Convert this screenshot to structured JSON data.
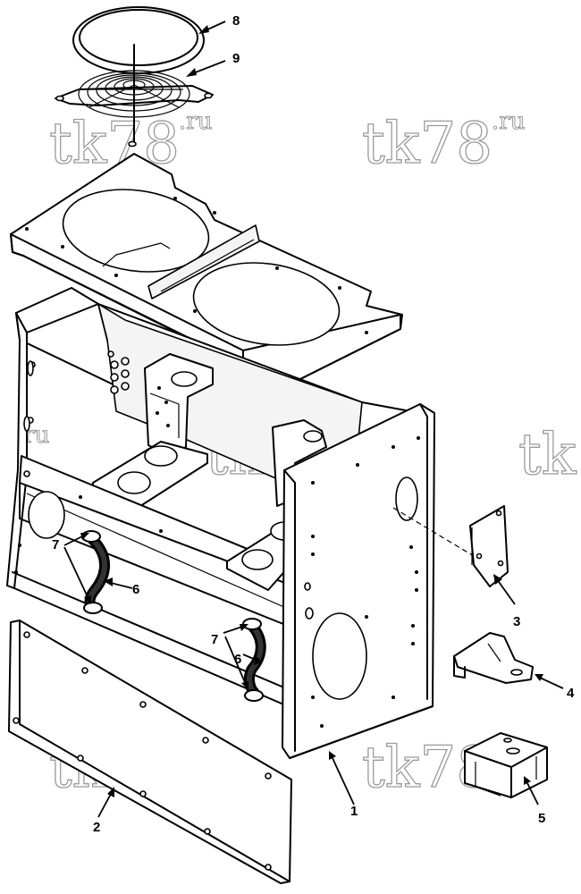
{
  "diagram": {
    "callouts": [
      {
        "id": "c1",
        "label": "1"
      },
      {
        "id": "c2",
        "label": "2"
      },
      {
        "id": "c3",
        "label": "3"
      },
      {
        "id": "c4",
        "label": "4"
      },
      {
        "id": "c5",
        "label": "5"
      },
      {
        "id": "c6a",
        "label": "6"
      },
      {
        "id": "c6b",
        "label": "6"
      },
      {
        "id": "c7a",
        "label": "7"
      },
      {
        "id": "c7b",
        "label": "7"
      },
      {
        "id": "c8",
        "label": "8"
      },
      {
        "id": "c9",
        "label": "9"
      }
    ],
    "watermark": {
      "main": "tk78",
      "suffix": ".ru",
      "partial": "tk"
    }
  }
}
